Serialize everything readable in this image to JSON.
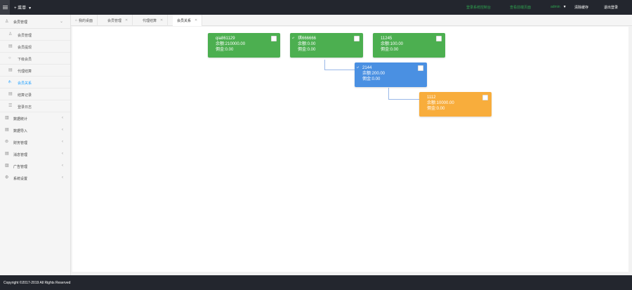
{
  "header": {
    "brand": "+ 菜单",
    "link1": "登录系统控制台",
    "link2": "查看前端页面",
    "user": "admin",
    "clear_cache": "清除缓存",
    "logout": "退出登录"
  },
  "sidebar": {
    "groups": [
      {
        "label": "会员管理",
        "icon": "user-icon",
        "expanded": true,
        "items": [
          {
            "label": "会员管理",
            "icon": "user-icon",
            "active": false
          },
          {
            "label": "会员提现",
            "icon": "doc-icon",
            "active": false
          },
          {
            "label": "下级会员",
            "icon": "circle-icon",
            "active": false
          },
          {
            "label": "代理结算",
            "icon": "doc-icon",
            "active": false
          },
          {
            "label": "会员关系",
            "icon": "tree-icon",
            "active": true
          }
        ]
      }
    ],
    "extra_items": [
      {
        "label": "结算记录",
        "icon": "doc-icon"
      },
      {
        "label": "登录日志",
        "icon": "list-icon"
      }
    ],
    "sections": [
      {
        "label": "数据统计",
        "icon": "chart-icon"
      },
      {
        "label": "数据导入",
        "icon": "doc-icon"
      },
      {
        "label": "财务管理",
        "icon": "money-icon"
      },
      {
        "label": "消息管理",
        "icon": "doc-icon"
      },
      {
        "label": "广告管理",
        "icon": "image-icon"
      },
      {
        "label": "系统设置",
        "icon": "gear-icon"
      }
    ]
  },
  "tabs": [
    {
      "label": "我的桌面",
      "closable": false,
      "active": false
    },
    {
      "label": "会员管理",
      "closable": true,
      "active": false
    },
    {
      "label": "代理结算",
      "closable": true,
      "active": false
    },
    {
      "label": "会员关系",
      "closable": true,
      "active": true
    }
  ],
  "tree": {
    "nodes": [
      {
        "name": "qia861129",
        "balance_label": "余额:210000.00",
        "commission_label": "佣金:0.00",
        "color": "#4caf50"
      },
      {
        "name": "琪666666",
        "balance_label": "余额:0.00",
        "commission_label": "佣金:0.00",
        "color": "#4caf50"
      },
      {
        "name": "11245",
        "balance_label": "余额:100.00",
        "commission_label": "佣金:0.00",
        "color": "#4caf50"
      },
      {
        "name": "2144",
        "balance_label": "余额:200.00",
        "commission_label": "佣金:0.00",
        "color": "#4a90e2"
      },
      {
        "name": "1112",
        "balance_label": "余额:10000.00",
        "commission_label": "佣金:0.00",
        "color": "#f8ad3c"
      }
    ]
  },
  "footer": {
    "copyright": "Copyright ©2017-2019 All Rights Reserved"
  }
}
